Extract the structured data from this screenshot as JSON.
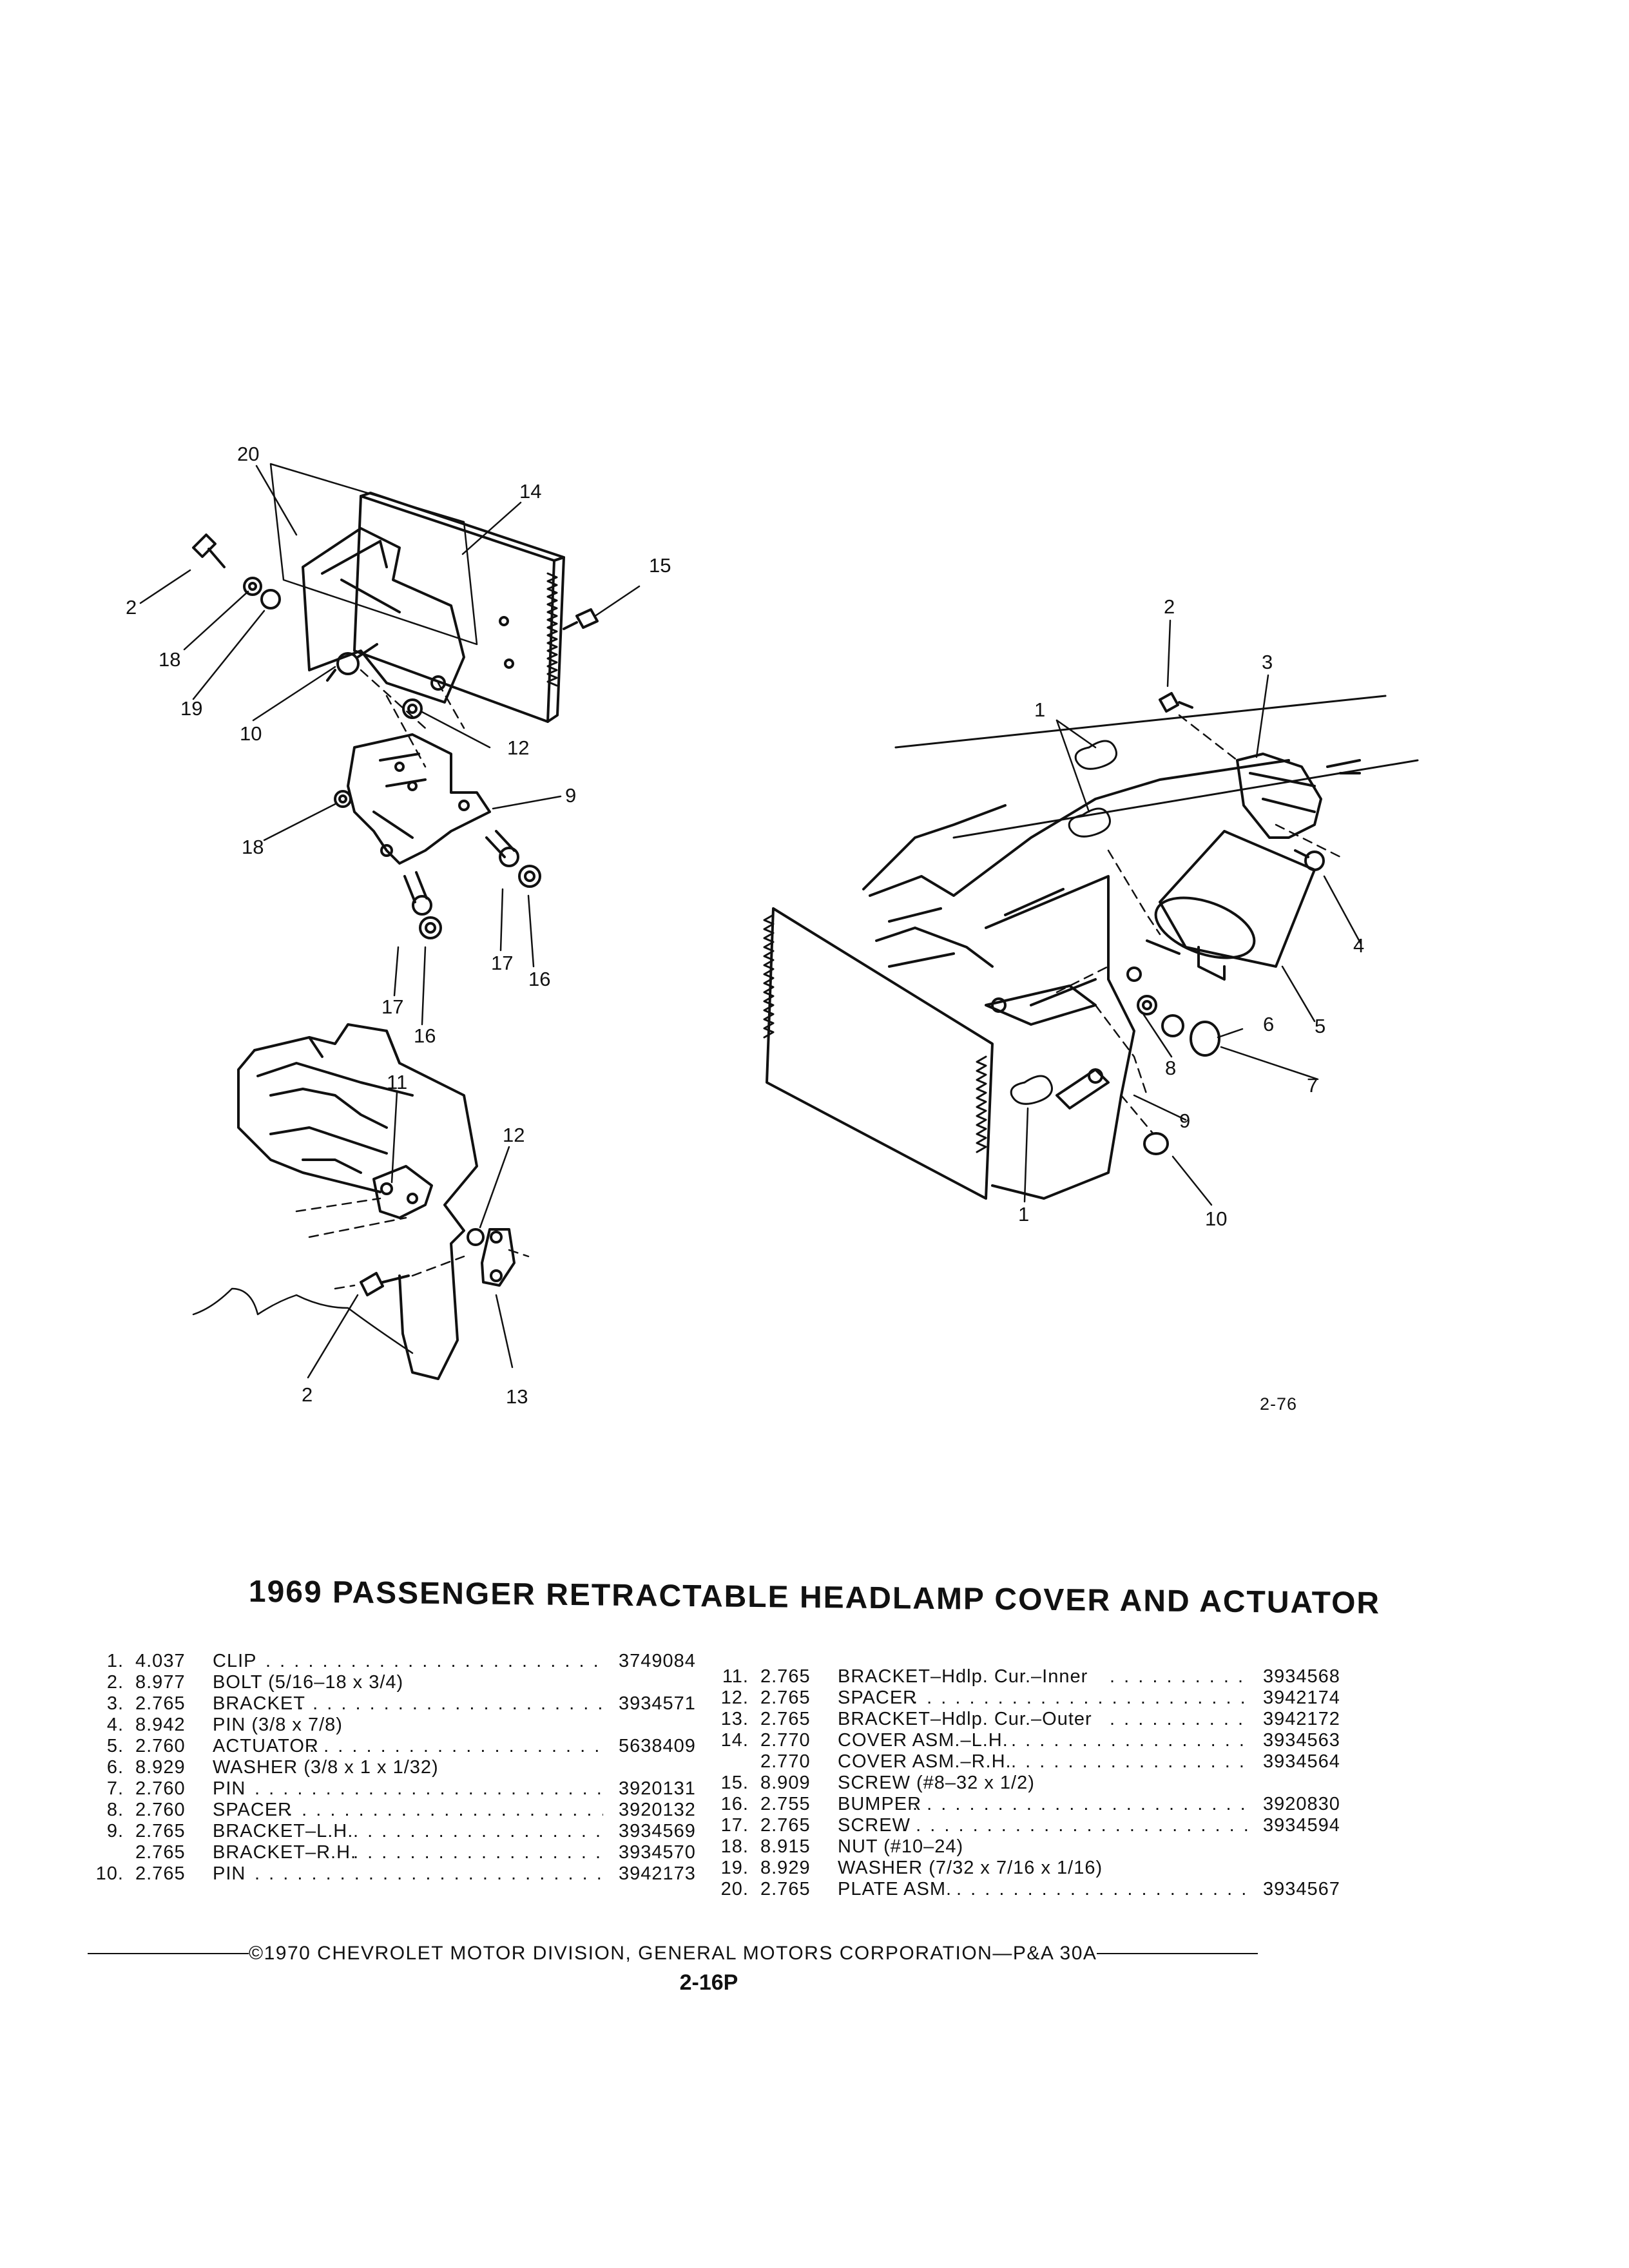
{
  "figure": {
    "callouts_left_top": [
      "20",
      "14",
      "15",
      "2",
      "18",
      "19",
      "10",
      "12",
      "9",
      "18",
      "17",
      "16",
      "17",
      "16"
    ],
    "callouts_left_bottom": [
      "11",
      "12",
      "2",
      "13"
    ],
    "callouts_right": [
      "2",
      "3",
      "1",
      "4",
      "5",
      "6",
      "7",
      "8",
      "9",
      "1",
      "10"
    ],
    "figure_number": "2-76"
  },
  "title": "1969 PASSENGER RETRACTABLE HEADLAMP COVER AND ACTUATOR",
  "parts_left": [
    {
      "num": "1.",
      "group": "4.037",
      "desc": "CLIP",
      "dots": true,
      "part": "3749084"
    },
    {
      "num": "2.",
      "group": "8.977",
      "desc": "BOLT (5/16–18 x 3/4)",
      "dots": false,
      "part": ""
    },
    {
      "num": "3.",
      "group": "2.765",
      "desc": "BRACKET",
      "dots": true,
      "part": "3934571"
    },
    {
      "num": "4.",
      "group": "8.942",
      "desc": "PIN (3/8 x 7/8)",
      "dots": false,
      "part": ""
    },
    {
      "num": "5.",
      "group": "2.760",
      "desc": "ACTUATOR",
      "dots": true,
      "part": "5638409"
    },
    {
      "num": "6.",
      "group": "8.929",
      "desc": "WASHER (3/8 x 1 x 1/32)",
      "dots": false,
      "part": ""
    },
    {
      "num": "7.",
      "group": "2.760",
      "desc": "PIN",
      "dots": true,
      "part": "3920131"
    },
    {
      "num": "8.",
      "group": "2.760",
      "desc": "SPACER",
      "dots": true,
      "part": "3920132"
    },
    {
      "num": "9.",
      "group": "2.765",
      "desc": "BRACKET–L.H.",
      "dots": true,
      "part": "3934569"
    },
    {
      "num": "",
      "group": "2.765",
      "desc": "BRACKET–R.H.",
      "dots": true,
      "part": "3934570"
    },
    {
      "num": "10.",
      "group": "2.765",
      "desc": "PIN",
      "dots": true,
      "part": "3942173"
    }
  ],
  "parts_right": [
    {
      "num": "11.",
      "group": "2.765",
      "desc": "BRACKET–Hdlp. Cur.–Inner",
      "dots": true,
      "part": "3934568"
    },
    {
      "num": "12.",
      "group": "2.765",
      "desc": "SPACER",
      "dots": true,
      "part": "3942174"
    },
    {
      "num": "13.",
      "group": "2.765",
      "desc": "BRACKET–Hdlp. Cur.–Outer",
      "dots": true,
      "part": "3942172"
    },
    {
      "num": "14.",
      "group": "2.770",
      "desc": "COVER ASM.–L.H.",
      "dots": true,
      "part": "3934563"
    },
    {
      "num": "",
      "group": "2.770",
      "desc": "COVER ASM.–R.H.",
      "dots": true,
      "part": "3934564"
    },
    {
      "num": "15.",
      "group": "8.909",
      "desc": "SCREW (#8–32 x 1/2)",
      "dots": false,
      "part": ""
    },
    {
      "num": "16.",
      "group": "2.755",
      "desc": "BUMPER",
      "dots": true,
      "part": "3920830"
    },
    {
      "num": "17.",
      "group": "2.765",
      "desc": "SCREW",
      "dots": true,
      "part": "3934594"
    },
    {
      "num": "18.",
      "group": "8.915",
      "desc": "NUT (#10–24)",
      "dots": false,
      "part": ""
    },
    {
      "num": "19.",
      "group": "8.929",
      "desc": "WASHER (7/32 x 7/16 x 1/16)",
      "dots": false,
      "part": ""
    },
    {
      "num": "20.",
      "group": "2.765",
      "desc": "PLATE ASM.",
      "dots": true,
      "part": "3934567"
    }
  ],
  "footer": "©1970 CHEVROLET MOTOR DIVISION, GENERAL MOTORS CORPORATION—P&A 30A",
  "page_number": "2-16P"
}
